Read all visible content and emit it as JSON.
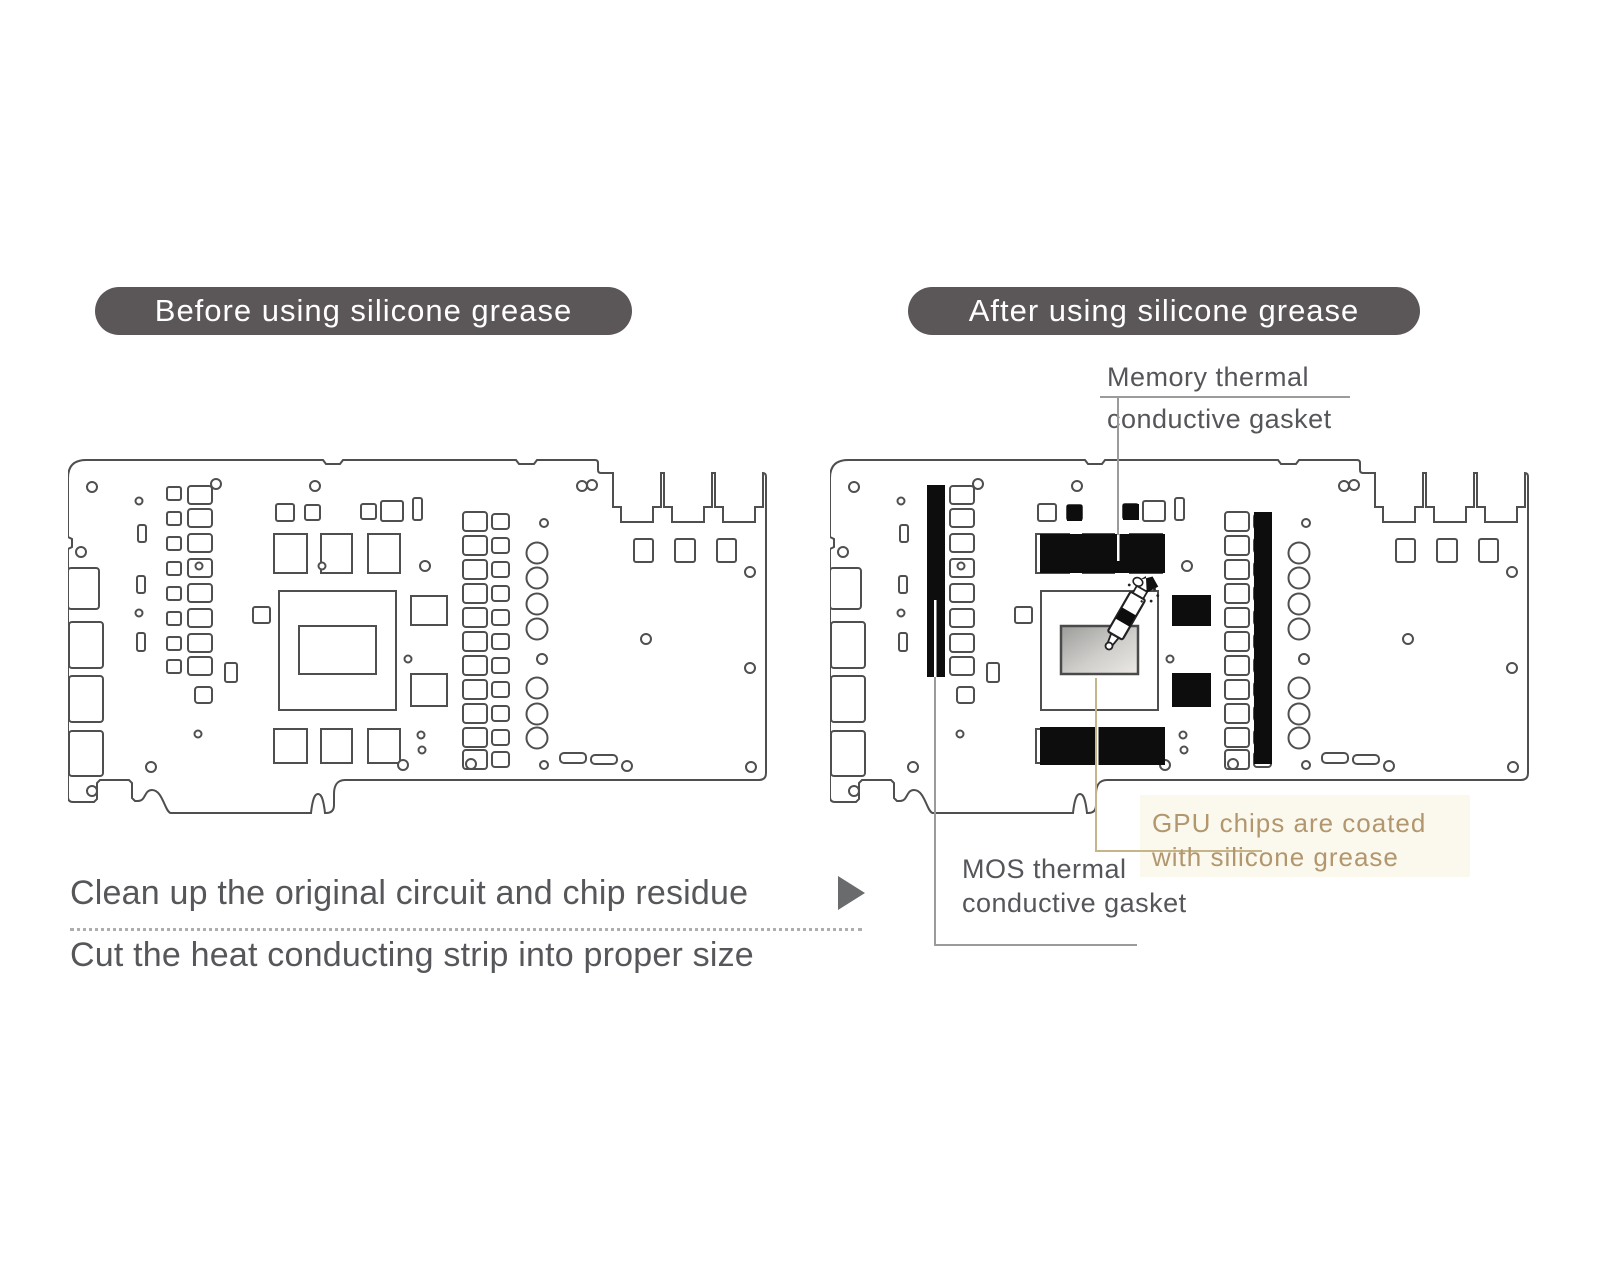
{
  "panels": {
    "before": {
      "badge": "Before using silicone grease"
    },
    "after": {
      "badge": "After using silicone grease"
    }
  },
  "annotations": {
    "memory": {
      "line1": "Memory thermal",
      "line2": "conductive gasket"
    },
    "mos": {
      "line1": "MOS thermal",
      "line2": "conductive gasket"
    },
    "gpu": {
      "line1": "GPU chips are coated",
      "line2": "with silicone grease"
    }
  },
  "instructions": {
    "step1": "Clean up the original circuit and chip residue",
    "step2": "Cut the heat conducting strip into proper size"
  },
  "icons": {
    "step1_arrow": "right-triangle",
    "before_board": "gpu-pcb-outline-diagram",
    "after_board": "gpu-pcb-with-thermal-pads-diagram",
    "tube": "silicone-grease-tube-icon"
  },
  "colors": {
    "line": "#4f4f4f",
    "pill_bg": "#5b5658",
    "pill_text": "#ffffff",
    "body_text": "#56575a",
    "leader_gray": "#9b9b9b",
    "tan_text": "#b2976e",
    "tan_line": "#c6b48a",
    "pad_black": "#0d0d0d",
    "chip_gradient_start": "#9c9c9a",
    "chip_gradient_end": "#ece9e6"
  }
}
